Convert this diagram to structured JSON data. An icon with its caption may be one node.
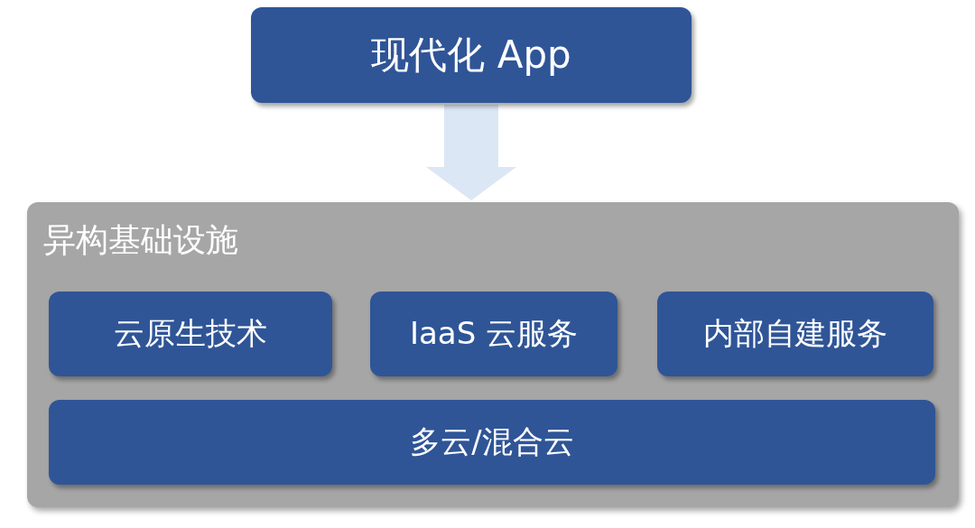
{
  "diagram": {
    "nodes": [
      {
        "text": [
          "现代化 App"
        ]
      },
      {
        "text": [
          "异构基础设施"
        ]
      },
      {
        "text": [
          "云原生技术"
        ],
        "in": 1
      },
      {
        "text": [
          "IaaS 云服务"
        ],
        "in": 1
      },
      {
        "text": [
          "内部自建服务"
        ],
        "in": 1
      },
      {
        "text": [
          "多云/混合云"
        ],
        "in": 1
      }
    ],
    "edges": [
      {
        "from": 0,
        "to": 1,
        "arrow": "to",
        "style": "thick",
        "color": "#dbe7f4"
      }
    ]
  }
}
